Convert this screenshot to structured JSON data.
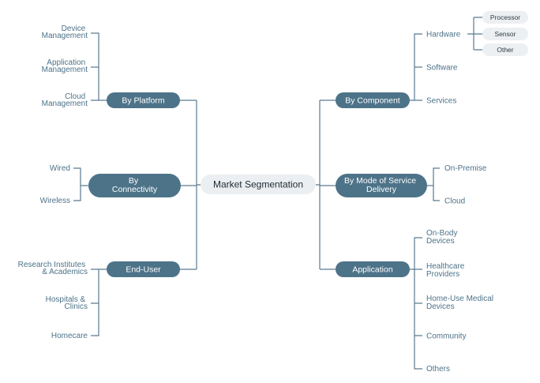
{
  "center": {
    "label": "Market Segmentation"
  },
  "left": {
    "by_platform": {
      "label": "By Platform",
      "items": [
        [
          "Device",
          "Management"
        ],
        [
          "Application",
          "Management"
        ],
        [
          "Cloud",
          "Management"
        ]
      ]
    },
    "by_connectivity": {
      "label": [
        "By",
        "Connectivity"
      ],
      "items": [
        [
          "Wired"
        ],
        [
          "Wireless"
        ]
      ]
    },
    "end_user": {
      "label": "End-User",
      "items": [
        [
          "Research Institutes",
          "& Academics"
        ],
        [
          "Hospitals &",
          "Clinics"
        ],
        [
          "Homecare"
        ]
      ]
    }
  },
  "right": {
    "by_component": {
      "label": "By Component",
      "items": [
        "Hardware",
        "Software",
        "Services"
      ],
      "hardware_sub": [
        "Processor",
        "Sensor",
        "Other"
      ]
    },
    "by_mode": {
      "label": [
        "By Mode of Service",
        "Delivery"
      ],
      "items": [
        "On-Premise",
        "Cloud"
      ]
    },
    "application": {
      "label": "Application",
      "items": [
        [
          "On-Body",
          "Devices"
        ],
        [
          "Healthcare",
          "Providers"
        ],
        [
          "Home-Use Medical",
          "Devices"
        ],
        [
          "Community"
        ],
        [
          "Others"
        ]
      ]
    }
  },
  "colors": {
    "pill": "#4d7389",
    "line": "#5b7a8f",
    "leaf_text": "#4d7389",
    "center_bg": "#eceff1"
  }
}
